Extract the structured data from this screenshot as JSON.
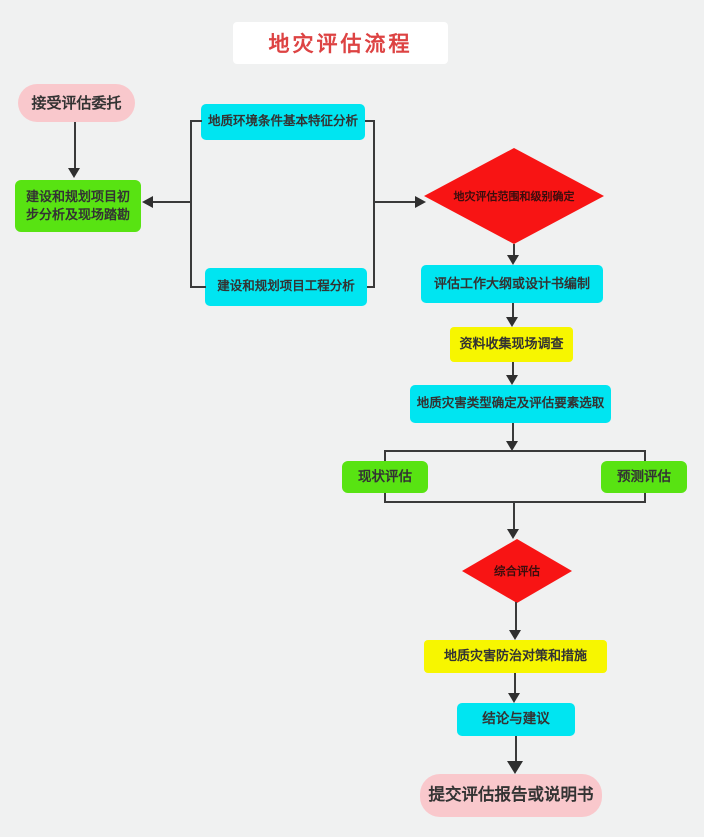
{
  "title": {
    "text": "地灾评估流程"
  },
  "nodes": {
    "accept": {
      "label": "接受评估委托",
      "type": "terminator",
      "color": "#f9c8cc"
    },
    "initial_analysis": {
      "label": "建设和规划项目初步分析及现场踏勘",
      "type": "process",
      "color": "#58e312"
    },
    "geo_env_analysis": {
      "label": "地质环境条件基本特征分析",
      "type": "process",
      "color": "#00e5f1"
    },
    "project_eng_analysis": {
      "label": "建设和规划项目工程分析",
      "type": "process",
      "color": "#00e5f1"
    },
    "scope_level_decision": {
      "label": "地灾评估范围和级别确定",
      "type": "decision",
      "color": "#f81414"
    },
    "work_outline": {
      "label": "评估工作大纲或设计书编制",
      "type": "process",
      "color": "#00e5f1"
    },
    "data_collection": {
      "label": "资料收集现场调查",
      "type": "process",
      "color": "#f7f600"
    },
    "hazard_type_selection": {
      "label": "地质灾害类型确定及评估要素选取",
      "type": "process",
      "color": "#00e5f1"
    },
    "current_assessment": {
      "label": "现状评估",
      "type": "process",
      "color": "#58e312"
    },
    "prediction_assessment": {
      "label": "预测评估",
      "type": "process",
      "color": "#58e312"
    },
    "comprehensive_assessment": {
      "label": "综合评估",
      "type": "decision",
      "color": "#f81414"
    },
    "countermeasures": {
      "label": "地质灾害防治对策和措施",
      "type": "process",
      "color": "#f7f600"
    },
    "conclusion": {
      "label": "结论与建议",
      "type": "process",
      "color": "#00e5f1"
    },
    "submit_report": {
      "label": "提交评估报告或说明书",
      "type": "terminator",
      "color": "#f9c8cc"
    }
  },
  "edges": [
    {
      "from": "accept",
      "to": "initial_analysis"
    },
    {
      "from": "geo_env_analysis",
      "to": "initial_analysis"
    },
    {
      "from": "project_eng_analysis",
      "to": "initial_analysis"
    },
    {
      "from": "geo_env_analysis",
      "to": "scope_level_decision"
    },
    {
      "from": "project_eng_analysis",
      "to": "scope_level_decision"
    },
    {
      "from": "scope_level_decision",
      "to": "work_outline"
    },
    {
      "from": "work_outline",
      "to": "data_collection"
    },
    {
      "from": "data_collection",
      "to": "hazard_type_selection"
    },
    {
      "from": "hazard_type_selection",
      "to": "current_assessment"
    },
    {
      "from": "hazard_type_selection",
      "to": "prediction_assessment"
    },
    {
      "from": "current_assessment",
      "to": "comprehensive_assessment"
    },
    {
      "from": "prediction_assessment",
      "to": "comprehensive_assessment"
    },
    {
      "from": "comprehensive_assessment",
      "to": "countermeasures"
    },
    {
      "from": "countermeasures",
      "to": "conclusion"
    },
    {
      "from": "conclusion",
      "to": "submit_report"
    }
  ],
  "colors": {
    "background": "#f0f1f1",
    "title_text": "#dd4343",
    "terminator_pink": "#f9c8cc",
    "process_green": "#58e312",
    "process_cyan": "#00e5f1",
    "process_yellow": "#f7f600",
    "decision_red": "#f81414",
    "connector": "#3a3a3a",
    "node_text": "#333333"
  }
}
